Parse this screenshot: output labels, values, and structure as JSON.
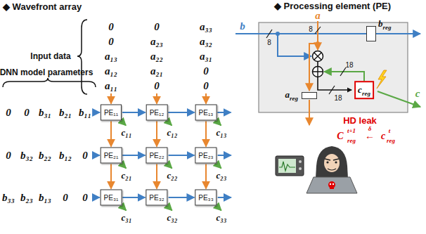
{
  "diagram": {
    "nodes": [
      {
        "text": [
          "PE₁₁"
        ]
      },
      {
        "text": [
          "PE₁₂"
        ]
      },
      {
        "text": [
          "PE₁₃"
        ]
      },
      {
        "text": [
          "PE₂₁"
        ]
      },
      {
        "text": [
          "PE₂₂"
        ]
      },
      {
        "text": [
          "PE₂₃"
        ]
      },
      {
        "text": [
          "PE₃₁"
        ]
      },
      {
        "text": [
          "PE₃₂"
        ]
      },
      {
        "text": [
          "PE₃₃"
        ]
      },
      {
        "text": [
          "breg"
        ]
      },
      {
        "text": [
          "areg"
        ]
      },
      {
        "text": [
          "creg"
        ]
      }
    ],
    "edges": [
      {
        "from": 0,
        "to": 1,
        "arrow": "to"
      },
      {
        "from": 1,
        "to": 2,
        "arrow": "to"
      },
      {
        "from": 3,
        "to": 4,
        "arrow": "to"
      },
      {
        "from": 4,
        "to": 5,
        "arrow": "to"
      },
      {
        "from": 6,
        "to": 7,
        "arrow": "to"
      },
      {
        "from": 7,
        "to": 8,
        "arrow": "to"
      },
      {
        "from": 0,
        "to": 3,
        "arrow": "to"
      },
      {
        "from": 3,
        "to": 6,
        "arrow": "to"
      },
      {
        "from": 1,
        "to": 4,
        "arrow": "to"
      },
      {
        "from": 4,
        "to": 7,
        "arrow": "to"
      },
      {
        "from": 2,
        "to": 5,
        "arrow": "to"
      },
      {
        "from": 5,
        "to": 8,
        "arrow": "to"
      }
    ],
    "labels": [
      "◆ Wavefront array",
      "Input data",
      "0",
      "0",
      "a₃₃",
      "0",
      "a₂₃",
      "a₃₂",
      "a₁₃",
      "a₂₂",
      "a₃₁",
      "a₁₂",
      "a₂₁",
      "0",
      "a₁₁",
      "0",
      "0",
      "DNN model parameters",
      "0",
      "0",
      "b₃₁",
      "b₂₁",
      "b₁₁",
      "0",
      "b₃₂",
      "b₂₂",
      "b₁₂",
      "0",
      "b₃₃",
      "b₂₃",
      "b₁₃",
      "0",
      "0",
      "c₁₁",
      "c₁₂",
      "c₁₃",
      "c₂₁",
      "c₂₂",
      "c₂₃",
      "c₃₁",
      "c₃₂",
      "c₃₃",
      "◆ Processing element (PE)",
      "a",
      "b",
      "c",
      "8",
      "8",
      "18",
      "18",
      "HD leak",
      "C",
      "t+1",
      "reg",
      "δ",
      "←",
      "c",
      "t",
      "reg"
    ]
  }
}
